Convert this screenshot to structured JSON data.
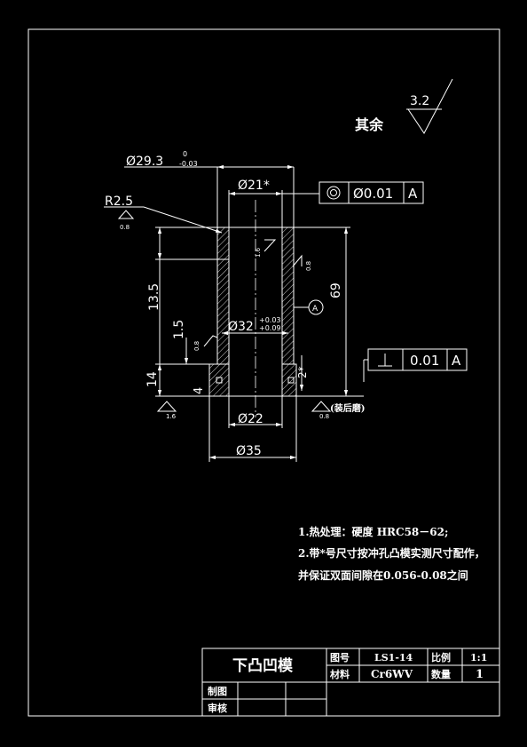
{
  "roughness": {
    "value": "3.2",
    "label": "其余"
  },
  "dims": {
    "d29": "Ø29.3",
    "d29_upper": "0",
    "d29_lower": "-0.03",
    "d21": "Ø21*",
    "r25": "R2.5",
    "r25_rough": "0.8",
    "d32": "Ø32",
    "d32_upper": "+0.03",
    "d32_lower": "+0.09",
    "h135": "13.5",
    "h15": "1.5",
    "h14": "14",
    "h4": "4",
    "h69": "69",
    "h2": "2*",
    "d22": "Ø22",
    "d35": "Ø35",
    "rough16a": "1.6",
    "rough08a": "0.8",
    "rough08b": "0.8",
    "rough16b": "1.6",
    "rough08c": "0.8",
    "after_grind": "(装后磨)"
  },
  "datum": "A",
  "fcf_conc": {
    "tol": "Ø0.01",
    "datum": "A"
  },
  "fcf_perp": {
    "tol": "0.01",
    "datum": "A"
  },
  "notes": [
    "1.热处理：硬度 HRC58－62;",
    "2.带*号尺寸按冲孔凸模实测尺寸配作，",
    "并保证双面间隙在0.056-0.08之间"
  ],
  "titleblock": {
    "name": "下凸凹模",
    "drawing_no_label": "图号",
    "drawing_no": "LS1-14",
    "scale_label": "比例",
    "scale": "1:1",
    "material_label": "材料",
    "material": "Cr6WV",
    "qty_label": "数量",
    "qty": "1",
    "drawn_label": "制图",
    "checked_label": "审核"
  }
}
